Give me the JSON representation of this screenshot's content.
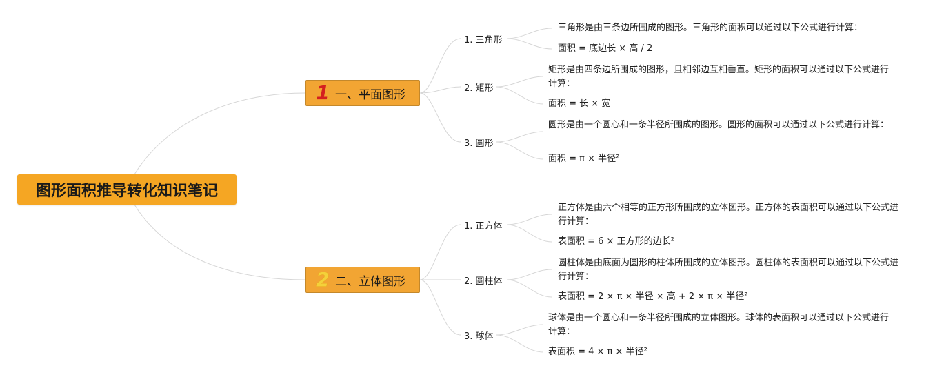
{
  "root": {
    "title": "图形面积推导转化知识笔记"
  },
  "branches": [
    {
      "badge": "1",
      "label": "一、平面图形",
      "items": [
        {
          "label": "1. 三角形",
          "desc": "三角形是由三条边所围成的图形。三角形的面积可以通过以下公式进行计算：",
          "formula": "面积 = 底边长 × 高 / 2"
        },
        {
          "label": "2. 矩形",
          "desc": "矩形是由四条边所围成的图形，且相邻边互相垂直。矩形的面积可以通过以下公式进行计算：",
          "formula": "面积 = 长 × 宽"
        },
        {
          "label": "3. 圆形",
          "desc": "圆形是由一个圆心和一条半径所围成的图形。圆形的面积可以通过以下公式进行计算：",
          "formula": "面积 = π × 半径²"
        }
      ]
    },
    {
      "badge": "2",
      "label": "二、立体图形",
      "items": [
        {
          "label": "1. 正方体",
          "desc": "正方体是由六个相等的正方形所围成的立体图形。正方体的表面积可以通过以下公式进行计算：",
          "formula": "表面积 = 6 × 正方形的边长²"
        },
        {
          "label": "2. 圆柱体",
          "desc": "圆柱体是由底面为圆形的柱体所围成的立体图形。圆柱体的表面积可以通过以下公式进行计算：",
          "formula": "表面积 = 2 × π × 半径 × 高 + 2 × π × 半径²"
        },
        {
          "label": "3. 球体",
          "desc": "球体是由一个圆心和一条半径所围成的立体图形。球体的表面积可以通过以下公式进行计算：",
          "formula": "表面积 = 4 × π × 半径²"
        }
      ]
    }
  ]
}
